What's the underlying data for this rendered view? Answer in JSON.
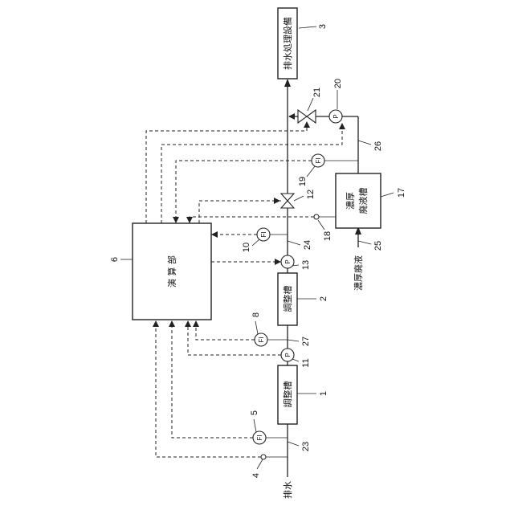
{
  "labels": {
    "treatment_facility": "排水処理設備",
    "computing_unit": "演 算 部",
    "adjust_tank_1": "調整槽",
    "adjust_tank_2": "調整槽",
    "conc_tank_line1": "濃厚",
    "conc_tank_line2": "廃液槽",
    "conc_waste_liquid": "濃厚廃液",
    "wastewater": "排水",
    "pump": "P",
    "flow_indicator": "FI"
  },
  "ref_numbers": {
    "n1": "1",
    "n2": "2",
    "n3": "3",
    "n4": "4",
    "n5": "5",
    "n6": "6",
    "n8": "8",
    "n10": "10",
    "n11": "11",
    "n12": "12",
    "n13": "13",
    "n17": "17",
    "n18": "18",
    "n19": "19",
    "n20": "20",
    "n21": "21",
    "n23": "23",
    "n24": "24",
    "n25": "25",
    "n26": "26",
    "n27": "27"
  }
}
